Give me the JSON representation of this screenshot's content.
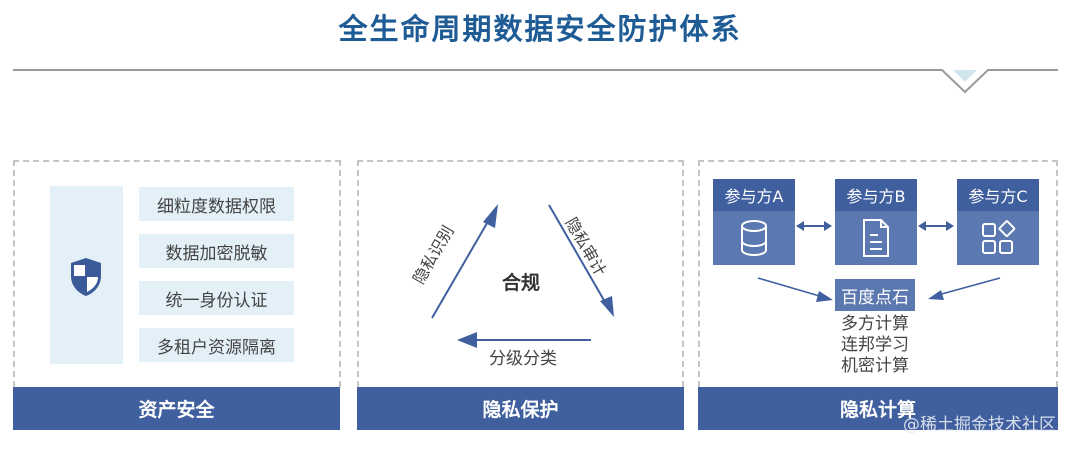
{
  "title": "全生命周期数据安全防护体系",
  "colors": {
    "title": "#1f5c96",
    "footer_bar": "#3f5f9e",
    "party_body": "#5c78b0",
    "light_box": "#e3f0f8",
    "notch_fill": "#cfe6ef",
    "divider": "#9a9a9a"
  },
  "panels": [
    {
      "footer": "资产安全",
      "icon": "shield-icon",
      "items": [
        "细粒度数据权限",
        "数据加密脱敏",
        "统一身份认证",
        "多租户资源隔离"
      ]
    },
    {
      "footer": "隐私保护",
      "center": "合规",
      "cycle": {
        "left_edge": "隐私识别",
        "right_edge": "隐私审计",
        "bottom_edge": "分级分类"
      }
    },
    {
      "footer": "隐私计算",
      "parties": [
        {
          "label": "参与方A",
          "icon": "database-icon"
        },
        {
          "label": "参与方B",
          "icon": "document-icon"
        },
        {
          "label": "参与方C",
          "icon": "apps-grid-icon"
        }
      ],
      "hub": "百度点石",
      "techniques": [
        "多方计算",
        "连邦学习",
        "机密计算"
      ]
    }
  ],
  "watermark": "@稀土掘金技术社区"
}
